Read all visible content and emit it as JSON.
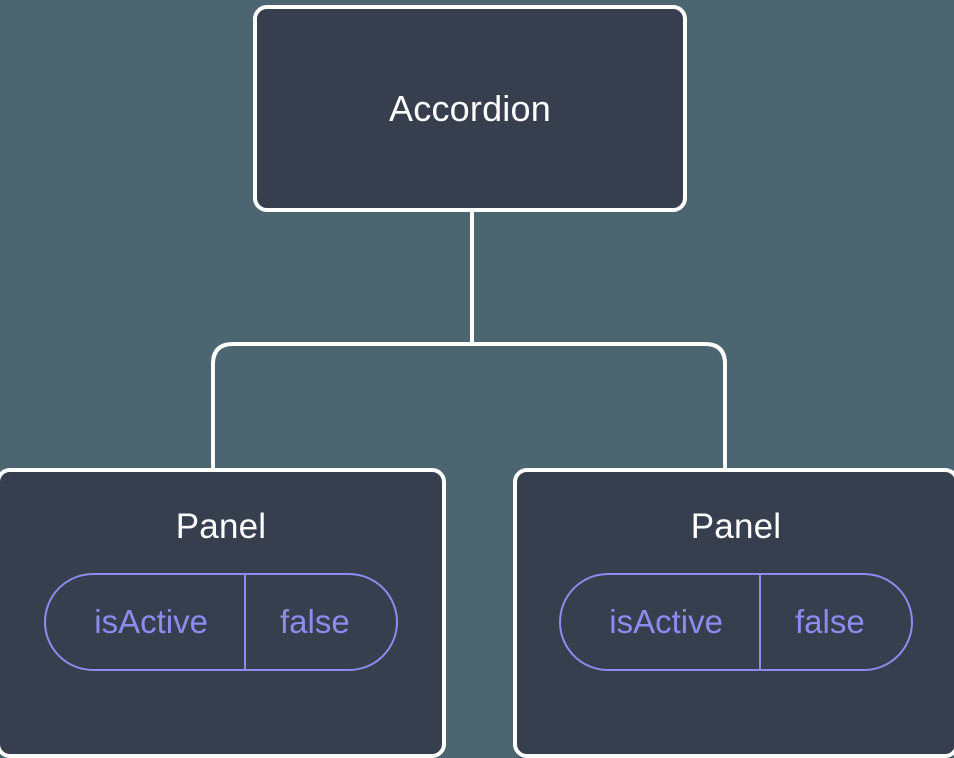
{
  "diagram": {
    "type": "component-tree",
    "background_color": "#4c6671",
    "node_fill_color": "#373e4d",
    "node_border_color": "#ffffff",
    "accent_color": "#8b8cf0",
    "connector_color": "#ffffff",
    "root": {
      "title": "Accordion"
    },
    "children": [
      {
        "title": "Panel",
        "props": [
          {
            "key": "isActive",
            "value": "false"
          }
        ]
      },
      {
        "title": "Panel",
        "props": [
          {
            "key": "isActive",
            "value": "false"
          }
        ]
      }
    ]
  }
}
